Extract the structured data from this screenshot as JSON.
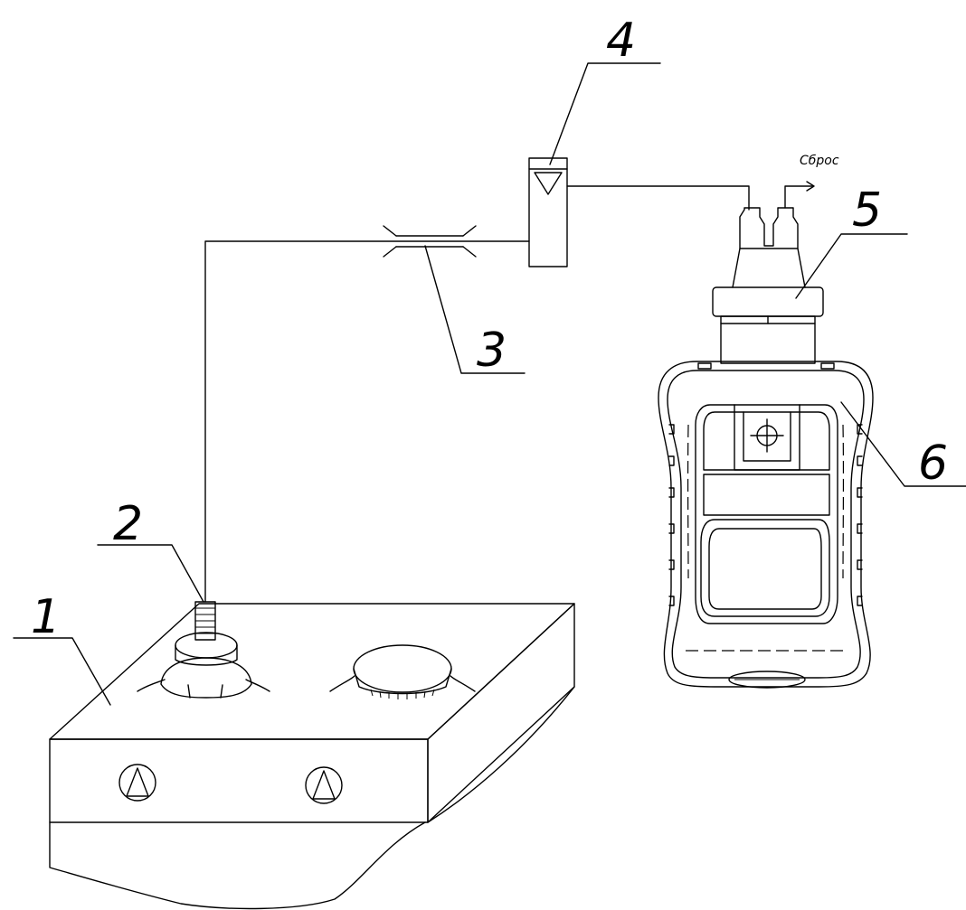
{
  "callouts": {
    "c1": "1",
    "c2": "2",
    "c3": "3",
    "c4": "4",
    "c5": "5",
    "c6": "6"
  },
  "vent_label": "Сброс",
  "colors": {
    "line": "#000000",
    "background": "#ffffff"
  }
}
